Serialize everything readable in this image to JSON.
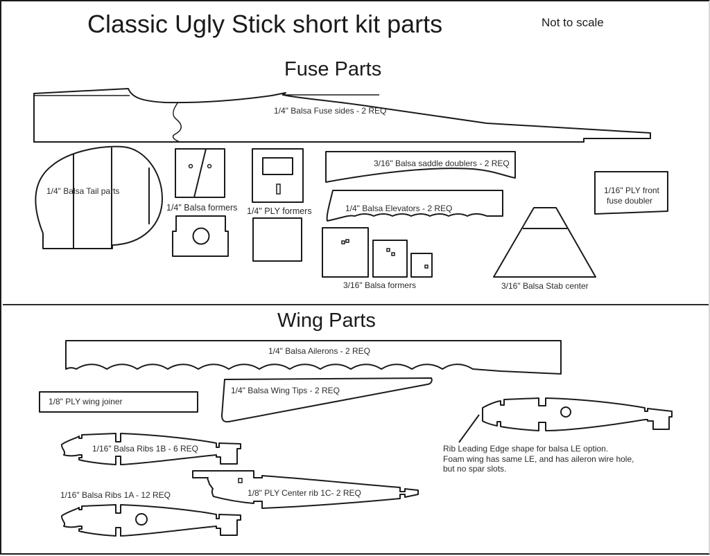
{
  "title": "Classic Ugly Stick short kit parts",
  "scale_note": "Not to scale",
  "sections": {
    "fuse": "Fuse Parts",
    "wing": "Wing Parts"
  },
  "fuse_parts": {
    "fuse_sides": "1/4\" Balsa Fuse sides - 2 REQ",
    "tail_parts": "1/4\" Balsa Tail parts",
    "balsa_formers_quarter": "1/4\" Balsa formers",
    "ply_formers": "1/4\" PLY formers",
    "saddle_doublers": "3/16\" Balsa saddle doublers - 2 REQ",
    "elevators": "1/4\" Balsa Elevators - 2 REQ",
    "balsa_formers_3_16": "3/16\" Balsa formers",
    "stab_center": "3/16\" Balsa Stab center",
    "front_doubler_line1": "1/16\" PLY front",
    "front_doubler_line2": "fuse doubler"
  },
  "wing_parts": {
    "ailerons": "1/4\" Balsa Ailerons - 2 REQ",
    "wing_tips": "1/4\" Balsa Wing Tips - 2 REQ",
    "wing_joiner": "1/8\" PLY wing joiner",
    "ribs_1b": "1/16\" Balsa Ribs 1B  - 6 REQ",
    "ribs_1a": "1/16\" Balsa Ribs 1A  - 12 REQ",
    "center_rib": "1/8\" PLY Center rib 1C- 2 REQ",
    "le_note_line1": "Rib Leading Edge shape for balsa LE option.",
    "le_note_line2": "Foam wing has same LE, and has aileron wire hole,",
    "le_note_line3": "but no spar slots."
  }
}
